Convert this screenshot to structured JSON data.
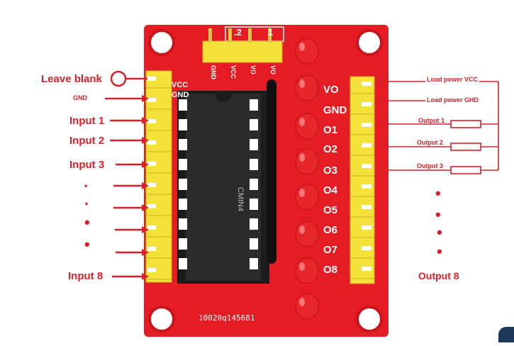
{
  "left_labels": {
    "leave_blank": "Leave blank",
    "gnd": "GND",
    "input1": "Input 1",
    "input2": "Input 2",
    "input3": "Input 3",
    "input8": "Input 8"
  },
  "right_labels": {
    "load_vcc": "Load power VCC",
    "load_gnd": "Load power GHD",
    "output1": "Output 1",
    "output2": "Output 2",
    "output3": "Output 3",
    "output8": "Output 8"
  },
  "board_silkscreen": {
    "top_header": [
      ".2",
      "1"
    ],
    "top_pins": [
      "GND",
      "VCC",
      "VO",
      "VO"
    ],
    "left_header_top": [
      "VCC",
      "GND"
    ],
    "right_pins": [
      "VO",
      "GND",
      "O1",
      "O2",
      "O3",
      "O4",
      "O5",
      "O6",
      "O7",
      "O8"
    ],
    "serial": "10020q145681",
    "chip_text": "CMIN4"
  },
  "colors": {
    "board": "#e51c24",
    "header": "#f4e23a",
    "chip": "#2a2a2a",
    "led": "#e8262a",
    "annotation": "#d8202a"
  }
}
